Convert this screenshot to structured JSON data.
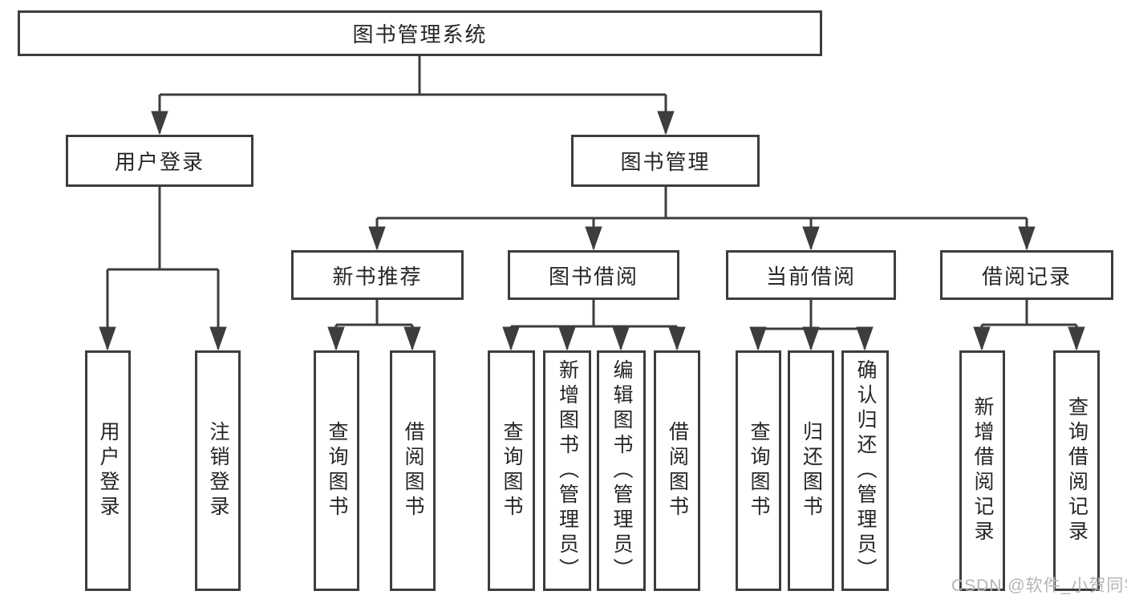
{
  "colors": {
    "line": "#3d3d3d",
    "box_border": "#3d3d3d",
    "text": "#262626",
    "background": "#ffffff",
    "watermark": "#b4b4b4"
  },
  "watermark": "CSDN @软件_小贺同学",
  "diagram": {
    "root": {
      "label": "图书管理系统"
    },
    "user_login": {
      "label": "用户登录",
      "children": {
        "login": {
          "label": "用户登录"
        },
        "logout": {
          "label": "注销登录"
        }
      }
    },
    "book_mgmt": {
      "label": "图书管理",
      "children": {
        "new_book_rec": {
          "label": "新书推荐",
          "children": {
            "query_book": {
              "label": "查询图书"
            },
            "borrow_book": {
              "label": "借阅图书"
            }
          }
        },
        "book_borrow": {
          "label": "图书借阅",
          "children": {
            "query_book": {
              "label": "查询图书"
            },
            "add_book": {
              "label": "新增图书（管理员）"
            },
            "edit_book": {
              "label": "编辑图书（管理员）"
            },
            "borrow_book": {
              "label": "借阅图书"
            }
          }
        },
        "current_borrow": {
          "label": "当前借阅",
          "children": {
            "query_book": {
              "label": "查询图书"
            },
            "return_book": {
              "label": "归还图书"
            },
            "confirm_return": {
              "label": "确认归还（管理员）"
            }
          }
        },
        "borrow_record": {
          "label": "借阅记录",
          "children": {
            "add_record": {
              "label": "新增借阅记录"
            },
            "query_record": {
              "label": "查询借阅记录"
            }
          }
        }
      }
    }
  }
}
